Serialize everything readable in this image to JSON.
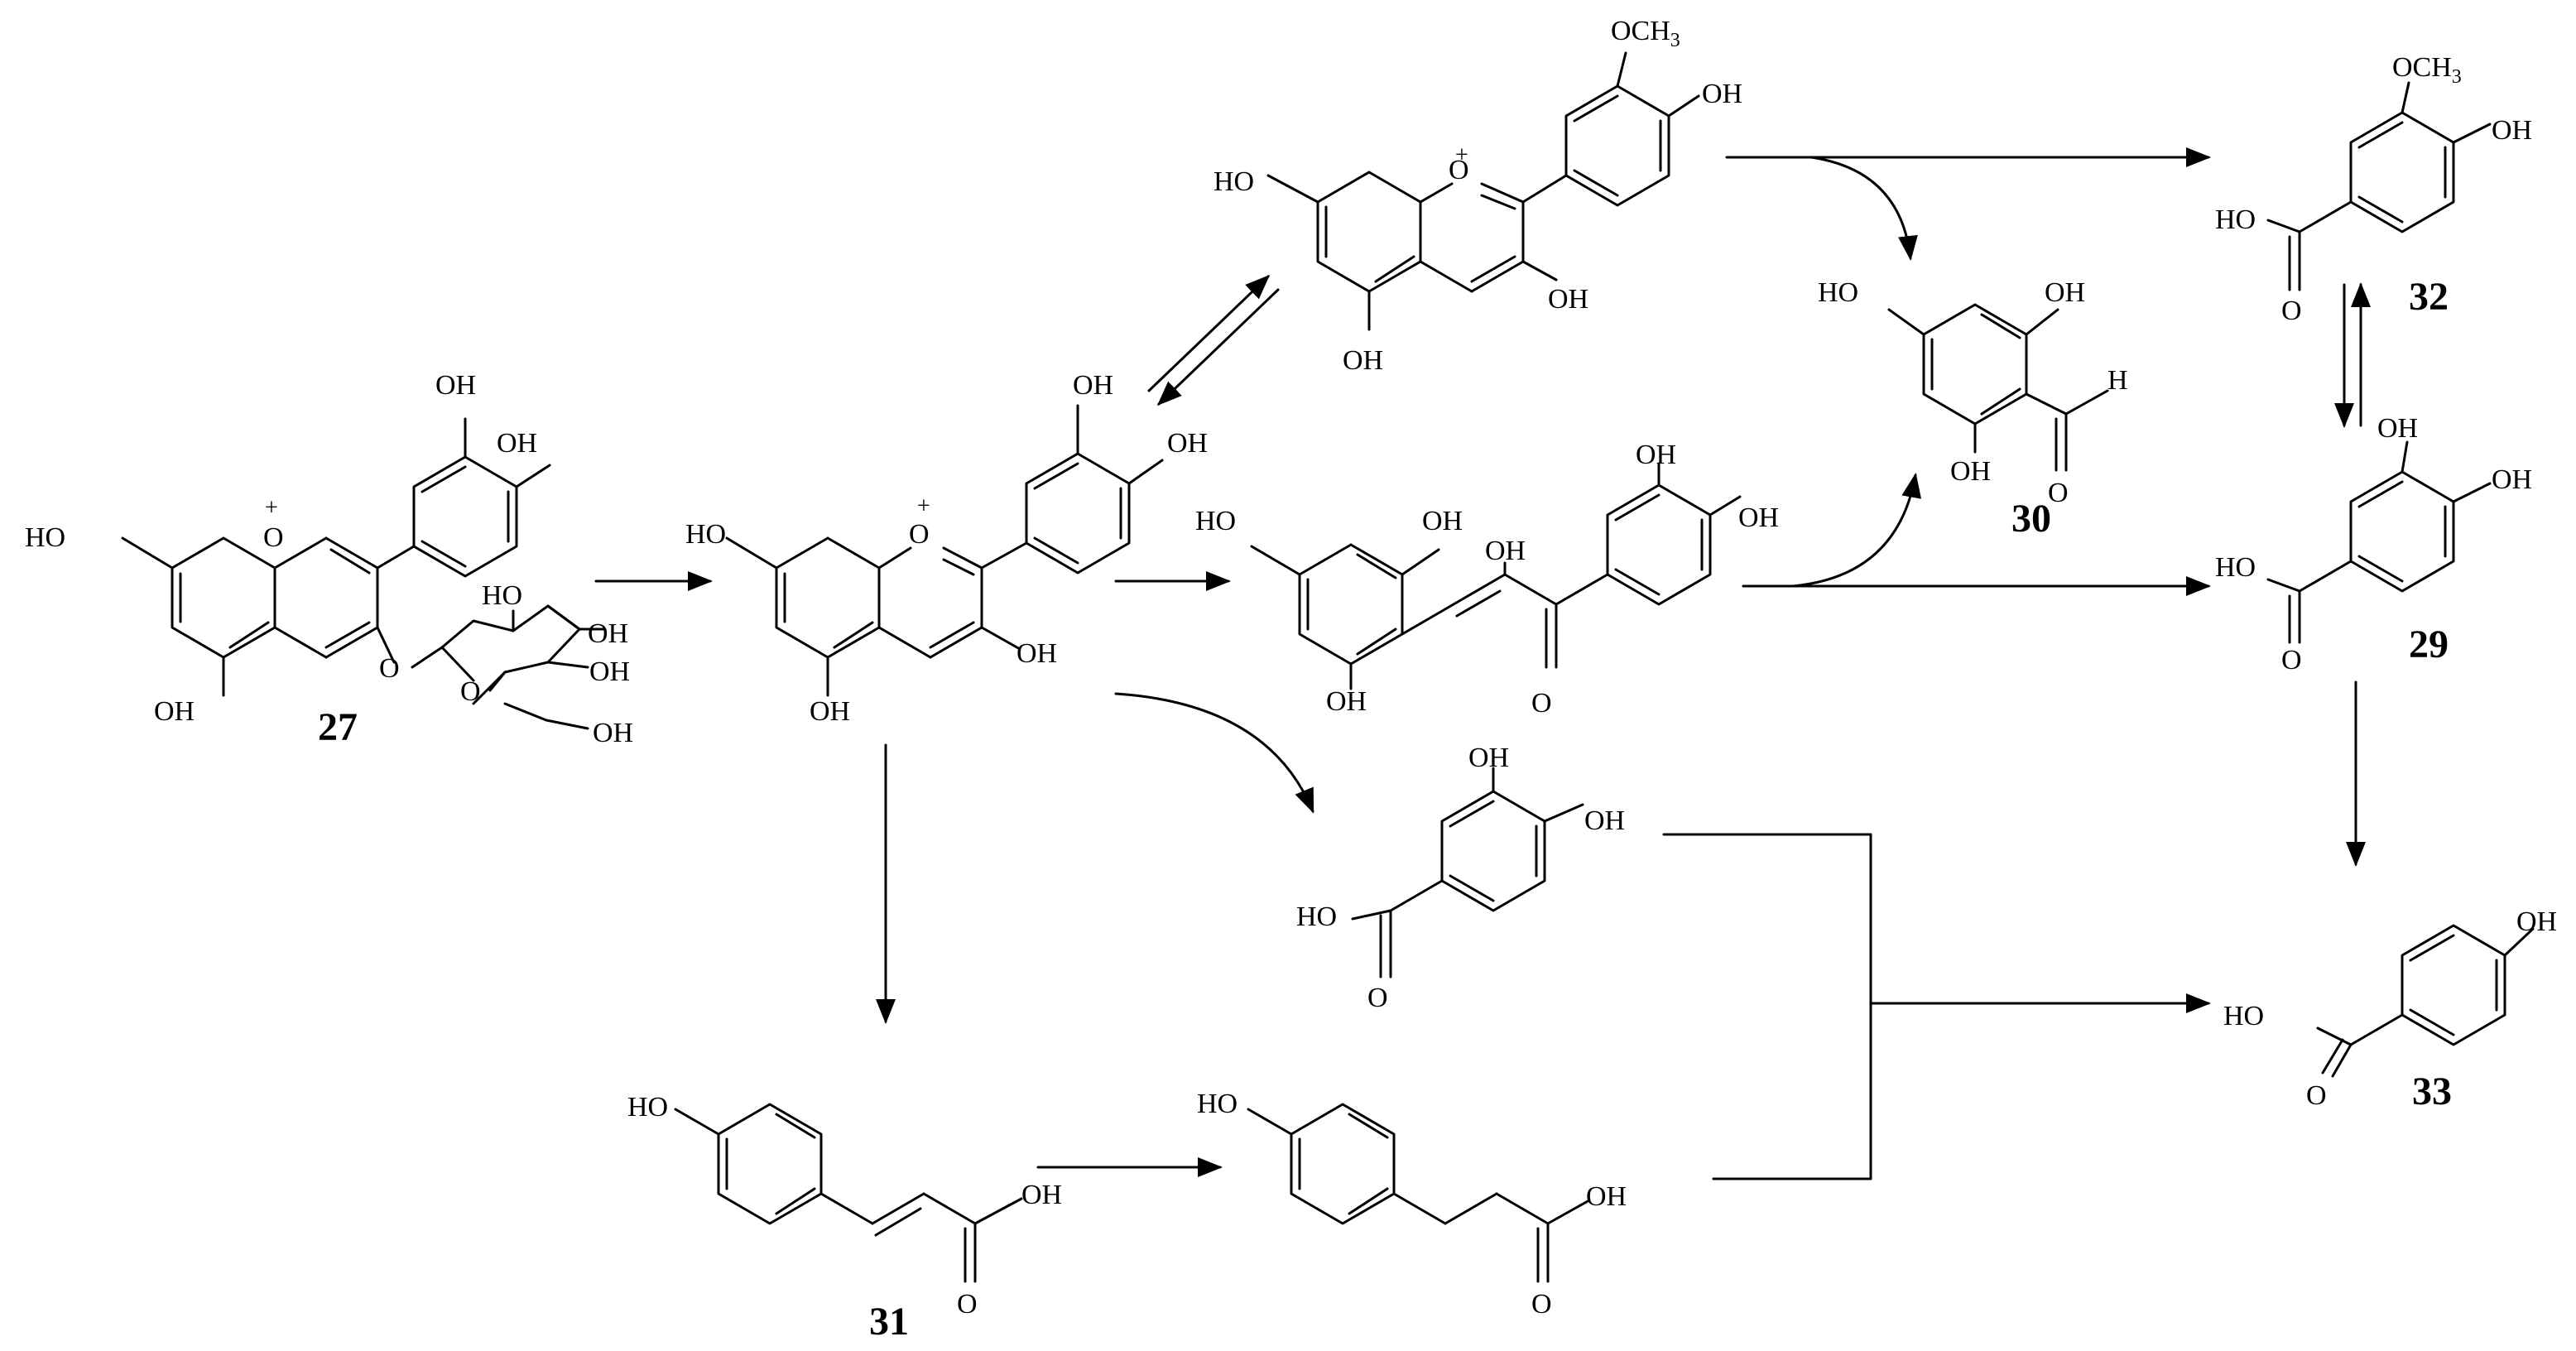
{
  "atoms": {
    "OH": "OH",
    "HO": "HO",
    "O": "O",
    "H": "H",
    "OCH": "OCH",
    "sub3": "3",
    "plus": "+"
  },
  "compounds": {
    "c27": "27",
    "c29": "29",
    "c30": "30",
    "c31": "31",
    "c32": "32",
    "c33": "33"
  },
  "colors": {
    "ink": "#000000",
    "background": "#ffffff"
  }
}
